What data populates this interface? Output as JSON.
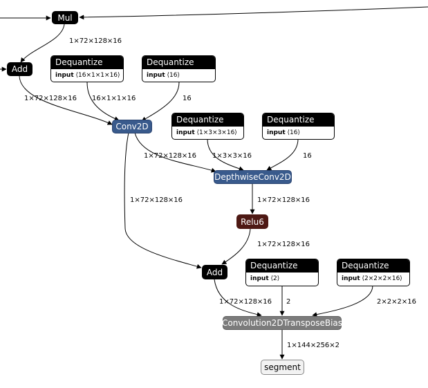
{
  "nodes": {
    "mul": "Mul",
    "add_top": "Add",
    "conv2d": "Conv2D",
    "depthwise": "DepthwiseConv2D",
    "relu6": "Relu6",
    "add_bottom": "Add",
    "transpose": "Convolution2DTransposeBias",
    "segment": "segment"
  },
  "dequantize": [
    {
      "title": "Dequantize",
      "input_label": "input",
      "input_shape": "⟨16×1×1×16⟩"
    },
    {
      "title": "Dequantize",
      "input_label": "input",
      "input_shape": "⟨16⟩"
    },
    {
      "title": "Dequantize",
      "input_label": "input",
      "input_shape": "⟨1×3×3×16⟩"
    },
    {
      "title": "Dequantize",
      "input_label": "input",
      "input_shape": "⟨16⟩"
    },
    {
      "title": "Dequantize",
      "input_label": "input",
      "input_shape": "⟨2⟩"
    },
    {
      "title": "Dequantize",
      "input_label": "input",
      "input_shape": "⟨2×2×2×16⟩"
    }
  ],
  "edge_labels": {
    "mul_to_add": "1×72×128×16",
    "add_to_conv": "1×72×128×16",
    "deq0_to_conv": "16×1×1×16",
    "deq1_to_conv": "16",
    "conv_to_dw": "1×72×128×16",
    "deq2_to_dw": "1×3×3×16",
    "deq3_to_dw": "16",
    "conv_to_add": "1×72×128×16",
    "dw_to_relu": "1×72×128×16",
    "relu_to_add": "1×72×128×16",
    "add_to_transpose": "1×72×128×16",
    "deq4_to_transpose": "2",
    "deq5_to_transpose": "2×2×2×16",
    "transpose_to_segment": "1×144×256×2"
  },
  "colors": {
    "edge": "#000000",
    "conv_node": "#395a8c",
    "relu_node": "#4e1914",
    "transpose_node": "#7b7b7b",
    "output_node": "#f2f2f2"
  }
}
